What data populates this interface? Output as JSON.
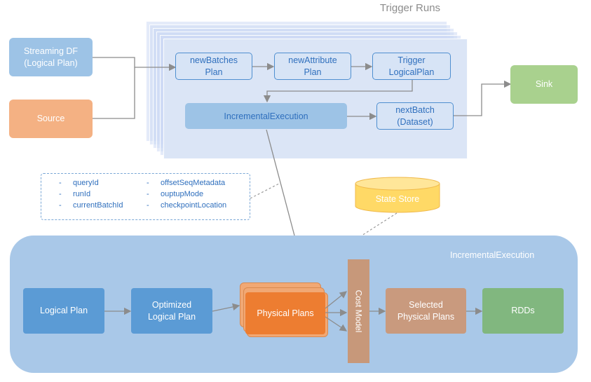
{
  "title": "Trigger Runs",
  "top": {
    "streaming_df": "Streaming DF\n(Logical Plan)",
    "source": "Source",
    "new_batches_plan": "newBatches\nPlan",
    "new_attribute_plan": "newAttribute\nPlan",
    "trigger_logical_plan": "Trigger\nLogicalPlan",
    "incremental_execution": "IncrementalExecution",
    "next_batch": "nextBatch\n(Dataset)",
    "sink": "Sink"
  },
  "legend": {
    "left": [
      "queryId",
      "runId",
      "currentBatchId"
    ],
    "right": [
      "offsetSeqMetadata",
      "ouptupMode",
      "checkpointLocation"
    ],
    "bullet": "-"
  },
  "state_store": "State Store",
  "panel": {
    "label": "IncrementalExecution",
    "logical_plan": "Logical Plan",
    "optimized_logical_plan": "Optimized\nLogical Plan",
    "physical_plans": "Physical Plans",
    "cost_model": "Cost Model",
    "selected_physical_plans": "Selected\nPhysical Plans",
    "rdds": "RDDs"
  },
  "colors": {
    "source": "#f4b183",
    "sink": "#a9d18e",
    "streaming_df": "#9dc3e6",
    "state_store": "#ffd966",
    "physical_plans": "#ed7d31",
    "rdds": "#81b77f"
  }
}
